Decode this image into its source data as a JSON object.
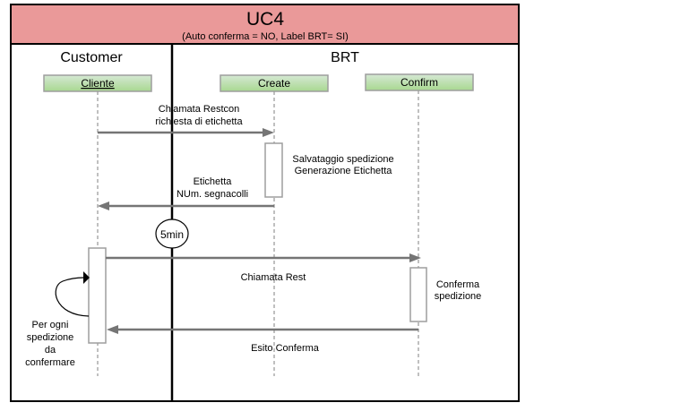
{
  "header": {
    "title": "UC4",
    "subtitle": "(Auto conferma = NO, Label BRT= SI)",
    "fill": "#ea9999"
  },
  "swimlanes": [
    {
      "label": "Customer"
    },
    {
      "label": "BRT"
    }
  ],
  "participants": [
    {
      "label": "Cliente",
      "underlined": true
    },
    {
      "label": "Create"
    },
    {
      "label": "Confirm"
    }
  ],
  "messages": [
    {
      "from": "Cliente",
      "to": "Create",
      "lines": [
        "Chiamata Restcon",
        "richiesta di etichetta"
      ]
    },
    {
      "from": "Create",
      "to": "Cliente",
      "lines": [
        "Etichetta",
        "NUm. segnacolli"
      ]
    },
    {
      "from": "Cliente",
      "to": "Confirm",
      "lines": [
        "Chiamata Rest"
      ]
    },
    {
      "from": "Confirm",
      "to": "Cliente",
      "lines": [
        "Esito Conferma"
      ]
    }
  ],
  "activations": [
    {
      "participant": "Create",
      "lines": [
        "Salvataggio spedizione",
        "Generazione Etichetta"
      ]
    },
    {
      "participant": "Confirm",
      "lines": [
        "Conferma",
        "spedizione"
      ]
    },
    {
      "participant": "Cliente",
      "lines": [
        "Per ogni",
        "spedizione",
        "da",
        "confermare"
      ]
    }
  ],
  "timer": {
    "label": "5min"
  },
  "colors": {
    "participant_fill_top": "#d5e8d4",
    "participant_fill_bottom": "#97d077",
    "participant_stroke": "#9e9e9e",
    "arrow": "#757575",
    "lifeline": "#9e9e9e"
  }
}
